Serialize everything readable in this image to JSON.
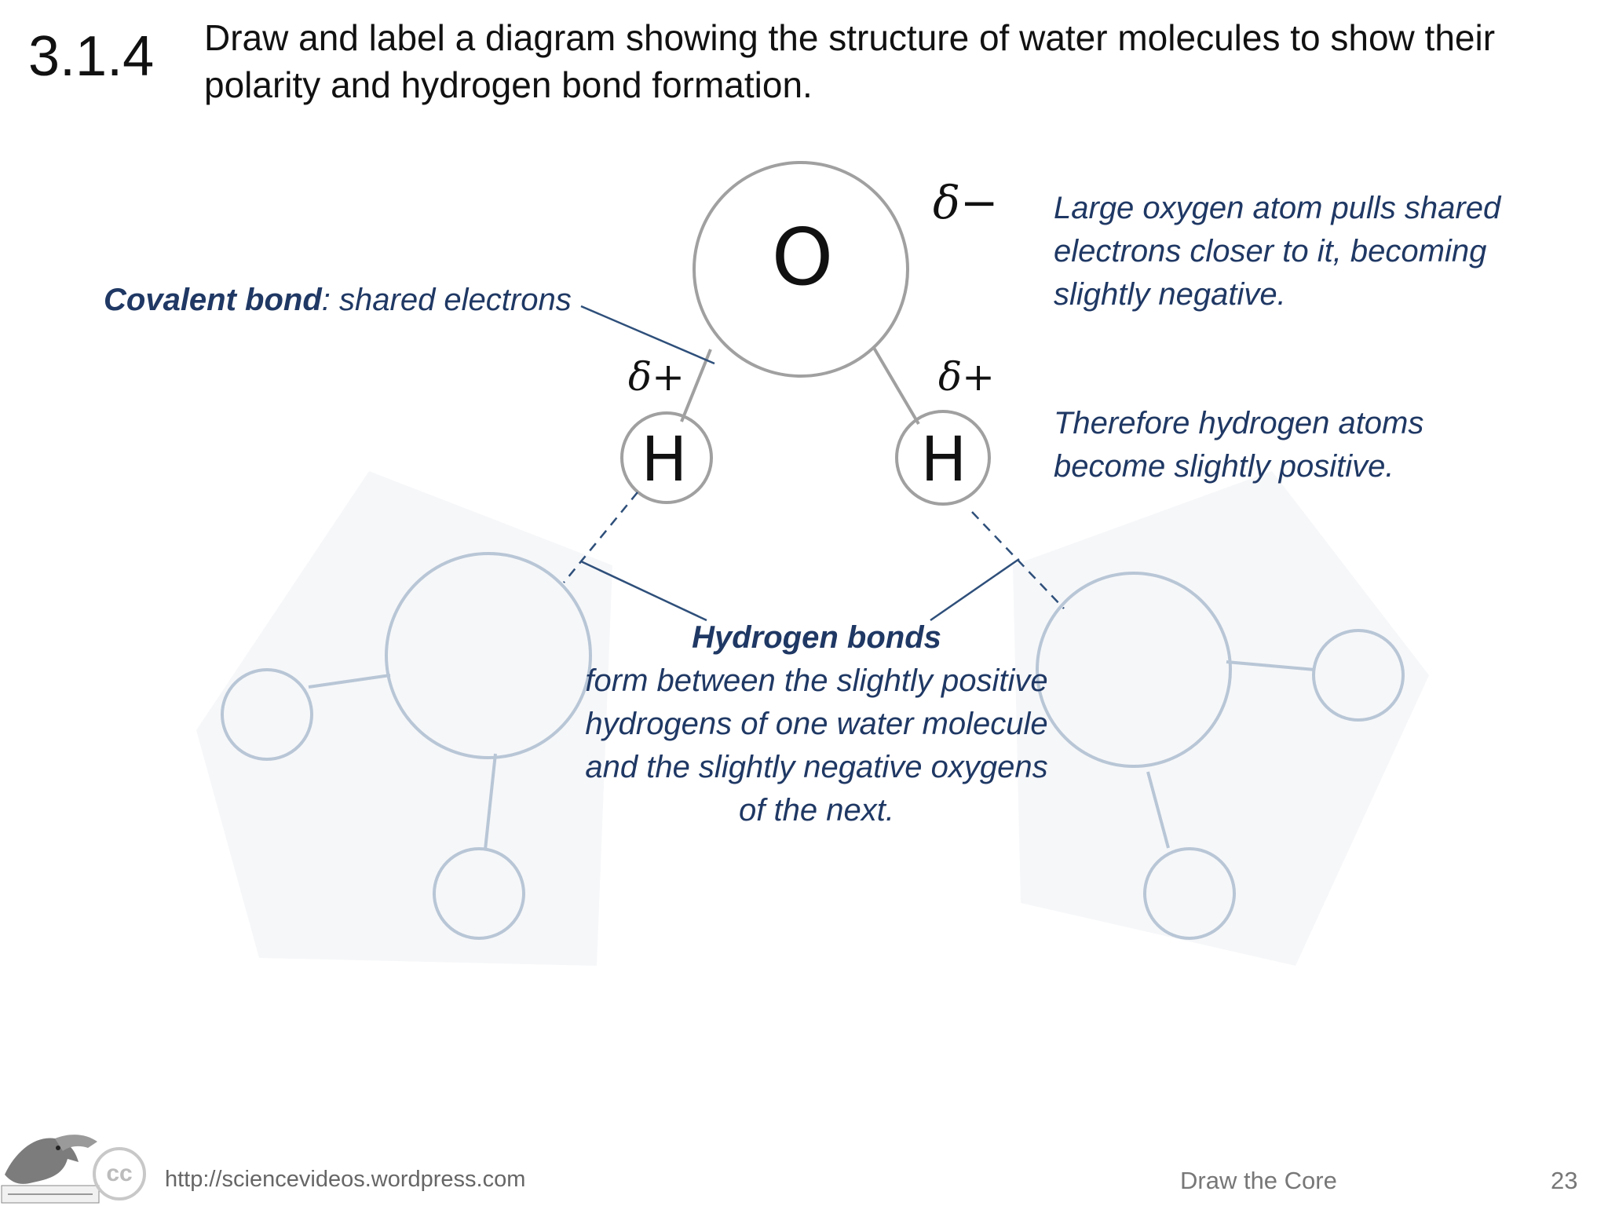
{
  "header": {
    "code": "3.1.4",
    "title": "Draw and label a diagram showing the structure of water molecules to show their polarity and hydrogen bond formation."
  },
  "diagram": {
    "atoms": {
      "oxygen": "O",
      "hydrogen_left": "H",
      "hydrogen_right": "H"
    },
    "charges": {
      "oxygen": "δ−",
      "hydrogen_left": "δ+",
      "hydrogen_right": "δ+"
    },
    "labels": {
      "covalent_term": "Covalent bond",
      "covalent_desc": ": shared electrons",
      "oxygen_note": "Large oxygen atom pulls shared electrons closer to it, becoming slightly negative.",
      "hydrogen_note": "Therefore hydrogen atoms become slightly positive.",
      "hbond_title": "Hydrogen bonds",
      "hbond_desc": "form between the slightly positive hydrogens of one water molecule and the slightly negative oxygens of the next."
    },
    "colors": {
      "atom_outline": "#a0a0a0",
      "faded_outline": "#b8c6d6",
      "label_text": "#1f3864",
      "leader_line": "#2e4f7a"
    }
  },
  "footer": {
    "url": "http://sciencevideos.wordpress.com",
    "deck_title": "Draw the Core",
    "page": "23",
    "cc_text": "cc"
  }
}
